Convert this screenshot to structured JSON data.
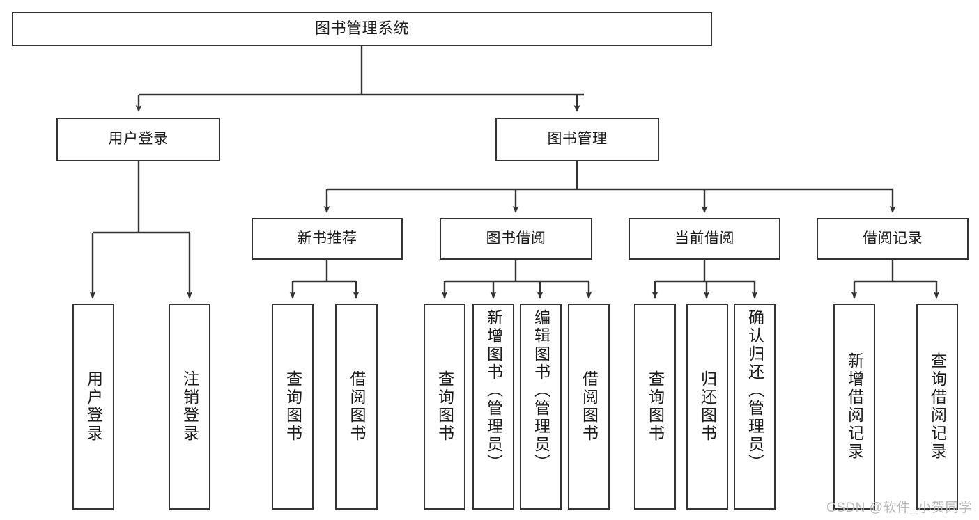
{
  "diagram": {
    "type": "tree",
    "title": "图书管理系统",
    "watermark": "CSDN @软件_小贺同学",
    "colors": {
      "box_border": "#333333",
      "box_fill": "#ffffff",
      "edge": "#333333",
      "text": "#1a1a1a",
      "watermark": "#b8b8b8"
    },
    "levels": {
      "level1": "图书管理系统",
      "level2": [
        "用户登录",
        "图书管理"
      ],
      "level3": [
        "新书推荐",
        "图书借阅",
        "当前借阅",
        "借阅记录"
      ]
    },
    "nodes": {
      "root": {
        "label": "图书管理系统"
      },
      "l2_user_login": {
        "label": "用户登录"
      },
      "l2_book_manage": {
        "label": "图书管理"
      },
      "l3_new_book_rec": {
        "label": "新书推荐"
      },
      "l3_book_borrow": {
        "label": "图书借阅"
      },
      "l3_current_borrow": {
        "label": "当前借阅"
      },
      "l3_borrow_record": {
        "label": "借阅记录"
      },
      "leaf_user_login": {
        "label": "用户登录"
      },
      "leaf_logout": {
        "label": "注销登录"
      },
      "leaf_query_book_1": {
        "label": "查询图书"
      },
      "leaf_borrow_book_1": {
        "label": "借阅图书"
      },
      "leaf_query_book_2": {
        "label": "查询图书"
      },
      "leaf_add_book": {
        "label": "新增图书（管理员）"
      },
      "leaf_edit_book": {
        "label": "编辑图书（管理员）"
      },
      "leaf_borrow_book_2": {
        "label": "借阅图书"
      },
      "leaf_query_book_3": {
        "label": "查询图书"
      },
      "leaf_return_book": {
        "label": "归还图书"
      },
      "leaf_confirm_return": {
        "label": "确认归还（管理员）"
      },
      "leaf_add_record": {
        "label": "新增借阅记录"
      },
      "leaf_query_record": {
        "label": "查询借阅记录"
      }
    }
  }
}
